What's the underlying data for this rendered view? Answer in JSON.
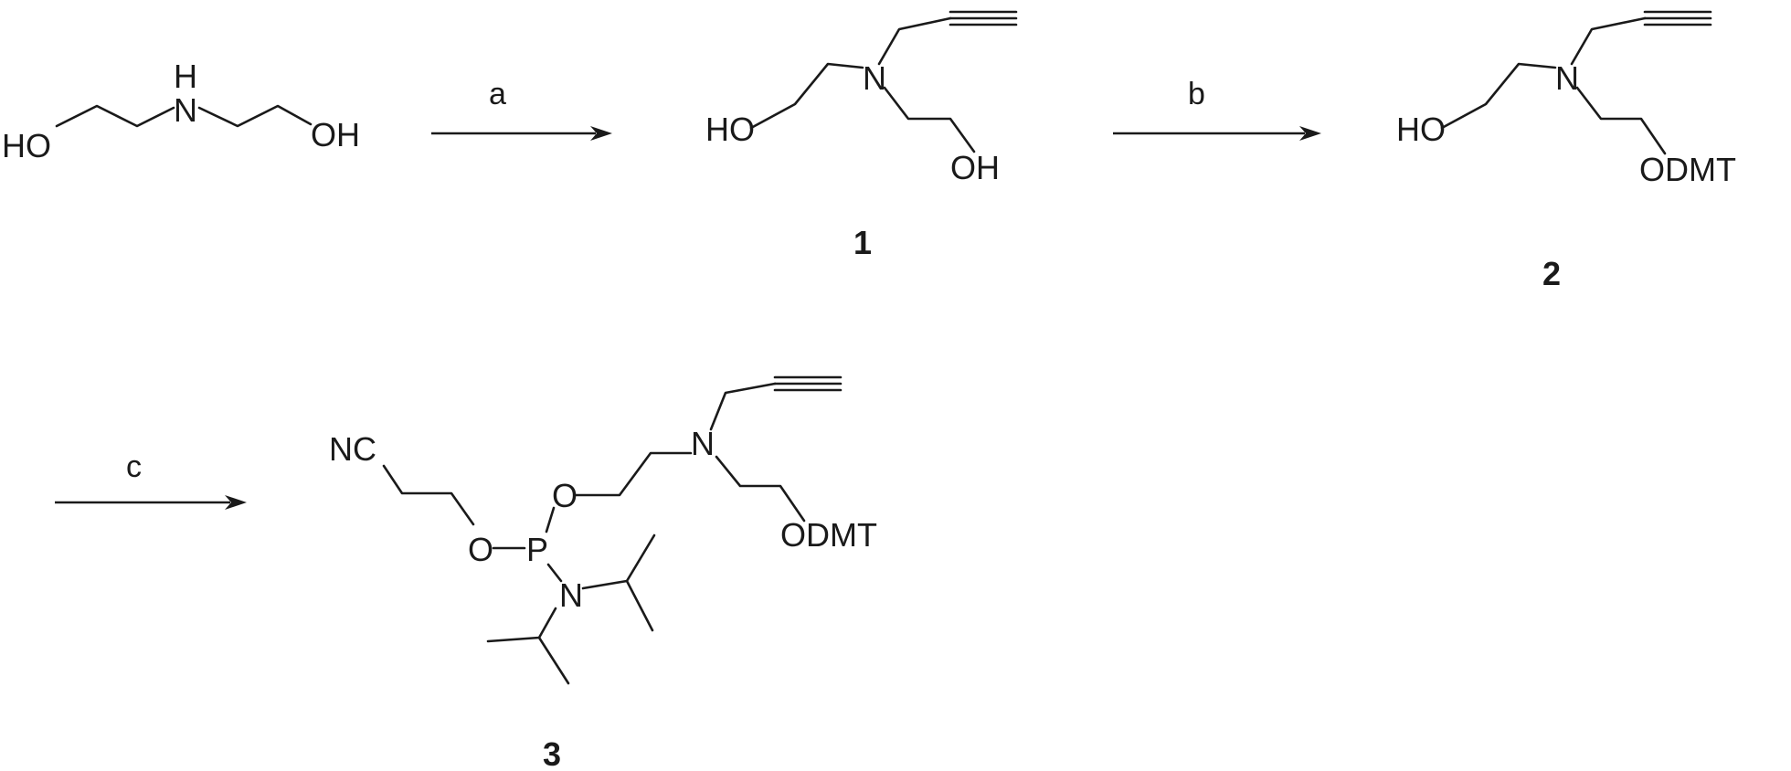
{
  "reaction": {
    "steps": [
      {
        "label": "a"
      },
      {
        "label": "b"
      },
      {
        "label": "c"
      }
    ]
  },
  "compounds": {
    "start": {
      "atoms": [
        "HO",
        "H",
        "N",
        "OH"
      ]
    },
    "c1": {
      "number": "1",
      "atoms": [
        "N",
        "HO",
        "OH"
      ]
    },
    "c2": {
      "number": "2",
      "atoms": [
        "N",
        "HO",
        "ODMT"
      ]
    },
    "c3": {
      "number": "3",
      "atoms": [
        "NC",
        "O",
        "P",
        "O",
        "N",
        "N",
        "ODMT"
      ]
    }
  }
}
